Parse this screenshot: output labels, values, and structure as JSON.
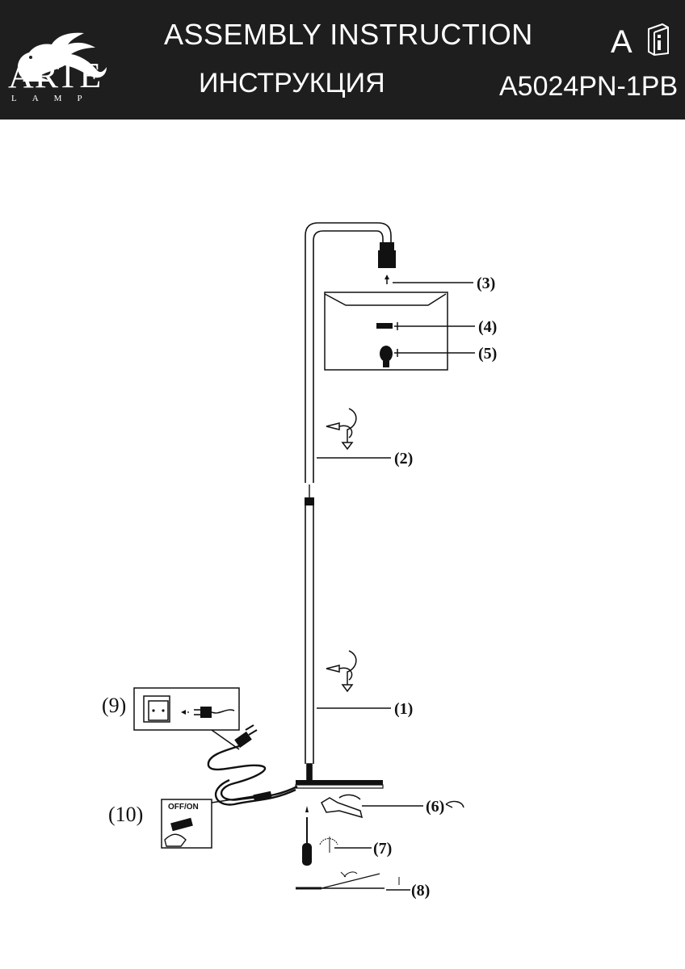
{
  "header": {
    "brand": "ARTE",
    "brand_sub": "LAMP",
    "title_en": "ASSEMBLY  INSTRUCTION",
    "title_ru": "ИНСТРУКЦИЯ",
    "version": "A",
    "model": "A5024PN-1PB",
    "icons": [
      "griffin-logo-icon",
      "info-book-icon"
    ]
  },
  "diagram": {
    "labels": {
      "p1": "(1)",
      "p2": "(2)",
      "p3": "(3)",
      "p4": "(4)",
      "p5": "(5)",
      "p6": "(6)",
      "p7": "(7)",
      "p8": "(8)",
      "p9": "(9)",
      "p10": "(10)"
    },
    "switch_text": "OFF/ON"
  }
}
